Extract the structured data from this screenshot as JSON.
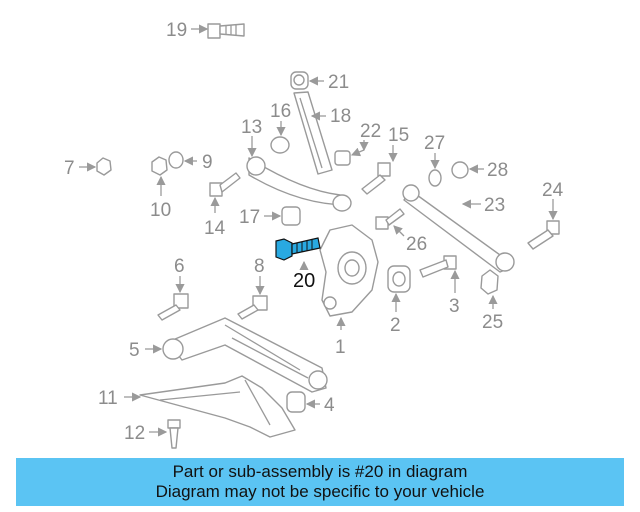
{
  "diagram": {
    "highlighted_part": "20",
    "highlight_color": "#29a9e1",
    "callouts": {
      "c1": "1",
      "c2": "2",
      "c3": "3",
      "c4": "4",
      "c5": "5",
      "c6": "6",
      "c7": "7",
      "c8": "8",
      "c9": "9",
      "c10": "10",
      "c11": "11",
      "c12": "12",
      "c13": "13",
      "c14": "14",
      "c15": "15",
      "c16": "16",
      "c17": "17",
      "c18": "18",
      "c19": "19",
      "c20": "20",
      "c21": "21",
      "c22": "22",
      "c23": "23",
      "c24": "24",
      "c25": "25",
      "c26": "26",
      "c27": "27",
      "c28": "28"
    }
  },
  "banner": {
    "line1": "Part or sub-assembly is #20 in diagram",
    "line2": "Diagram may not be specific to your vehicle",
    "color": "#5bc4f3"
  }
}
